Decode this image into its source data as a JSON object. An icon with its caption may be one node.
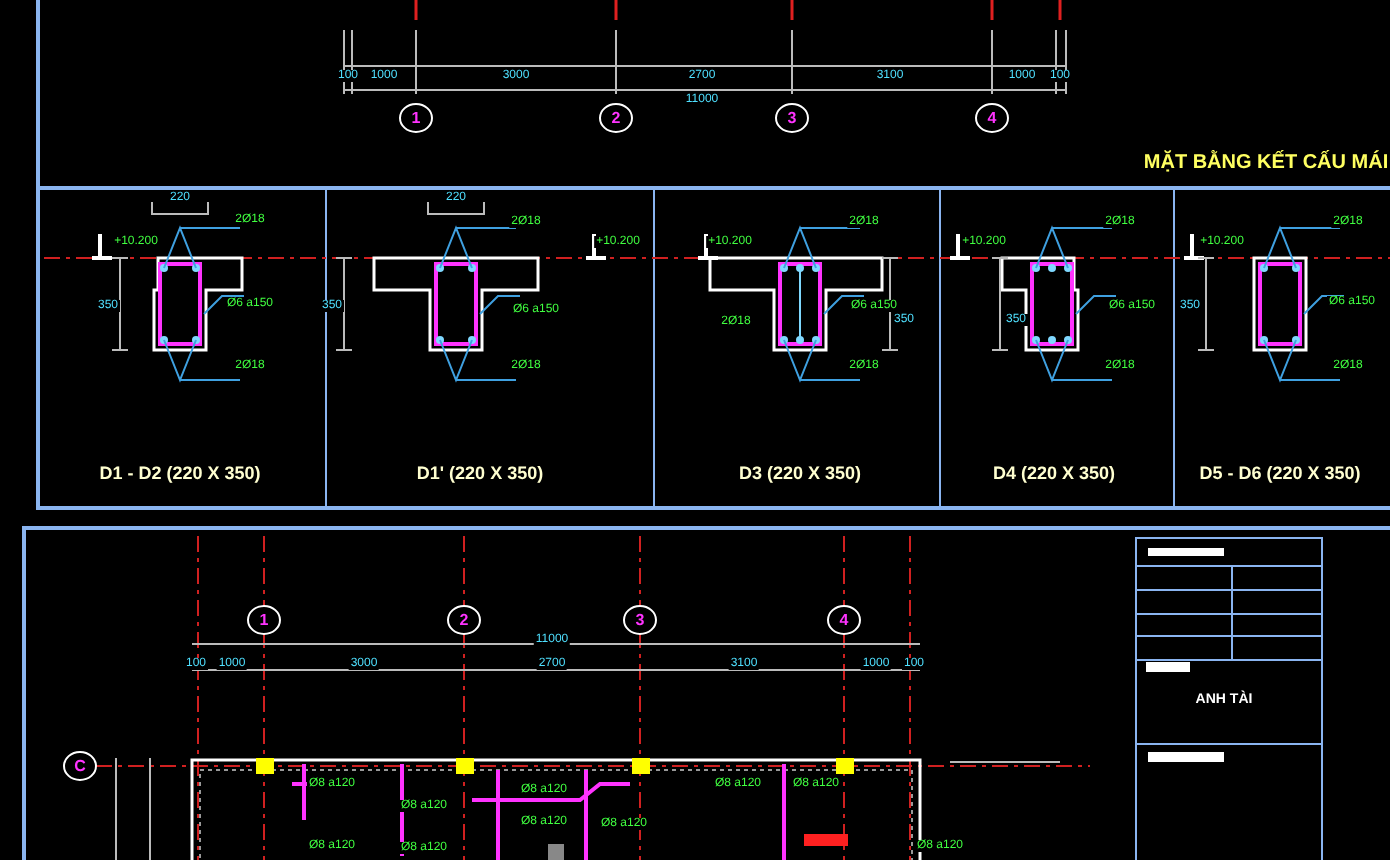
{
  "diagram": {
    "title": "MẶT BẰNG KẾT CẤU MÁI",
    "labels": [
      "100",
      "1000",
      "3000",
      "2700",
      "3100",
      "1000",
      "100",
      "11000",
      "1",
      "2",
      "3",
      "4",
      "220",
      "+10.200",
      "2Ø18",
      "Ø6 a150",
      "2Ø18",
      "350",
      "D1 - D2 (220 X 350)",
      "220",
      "+10.200",
      "2Ø18",
      "Ø6 a150",
      "2Ø18",
      "350",
      "D1' (220 X 350)",
      "+10.200",
      "2Ø18",
      "2Ø18",
      "Ø6 a150",
      "2Ø18",
      "350",
      "D3 (220 X 350)",
      "+10.200",
      "2Ø18",
      "Ø6 a150",
      "2Ø18",
      "350",
      "D4 (220 X 350)",
      "+10.200",
      "2Ø18",
      "Ø6 a150",
      "2Ø18",
      "350",
      "D5 - D6 (220 X 350)",
      "1",
      "2",
      "3",
      "4",
      "C",
      "11000",
      "100",
      "1000",
      "3000",
      "2700",
      "3100",
      "1000",
      "100",
      "Ø8 a120",
      "Ø8 a120",
      "Ø8 a120",
      "Ø8 a120",
      "Ø8 a120",
      "Ø8 a120",
      "Ø8 a120",
      "Ø8 a120",
      "Ø8 a120",
      "Ø8 a120",
      "ANH TÀI"
    ]
  }
}
